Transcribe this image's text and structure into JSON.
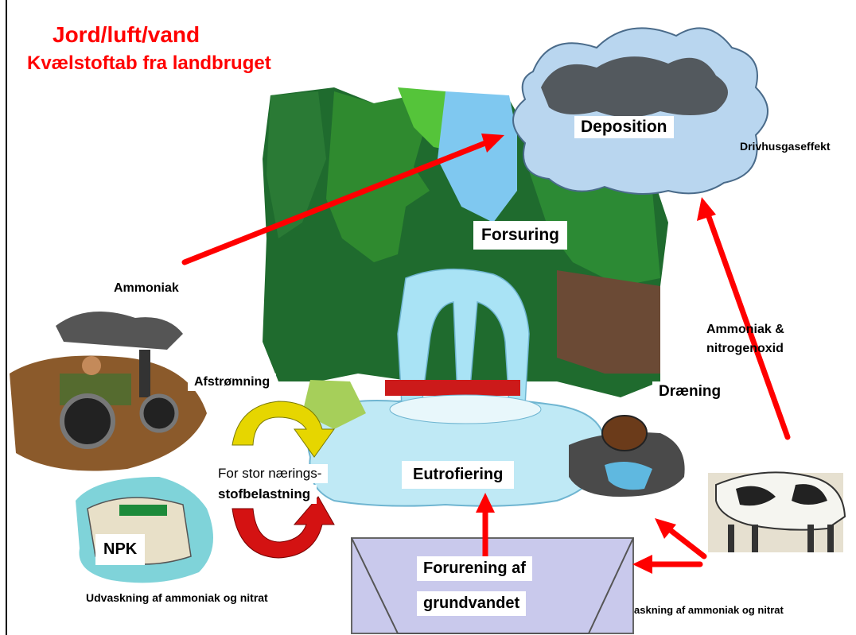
{
  "title": {
    "line1": "Jord/luft/vand",
    "line2": "Kvælstoftab fra landbruget"
  },
  "labels": {
    "deposition": "Deposition",
    "drivhus": "Drivhusgaseffekt",
    "forsuring": "Forsuring",
    "ammoniak": "Ammoniak",
    "ammoniak_nitro_1": "Ammoniak &",
    "ammoniak_nitro_2": "nitrogenoxid",
    "afstromning": "Afstrømning",
    "draening": "Dræning",
    "naerings_1": "For stor nærings-",
    "naerings_2": "stofbelastning",
    "eutrofiering": "Eutrofiering",
    "npk": "NPK",
    "forurening_1": "Forurening af",
    "forurening_2": "grundvandet",
    "udvaskning_left": "Udvaskning af ammoniak og nitrat",
    "udvaskning_right": "askning af ammoniak og  nitrat"
  },
  "colors": {
    "title": "#ff0000",
    "arrows": "#ff0000"
  }
}
